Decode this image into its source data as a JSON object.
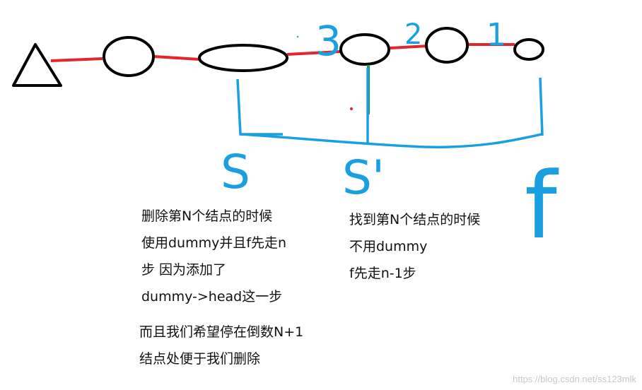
{
  "labels": {
    "pos3": "3",
    "pos2": "2",
    "pos1": "1",
    "s": "S",
    "s_prime": "S'",
    "f": "f"
  },
  "notes": {
    "left": [
      "删除第N个结点的时候",
      "使用dummy并且f先走n",
      "步 因为添加了",
      "dummy->head这一步"
    ],
    "left2": [
      "而且我们希望停在倒数N+1",
      "结点处便于我们删除"
    ],
    "right": [
      "找到第N个结点的时候",
      "不用dummy",
      "f先走n-1步"
    ]
  },
  "watermark": "https://blog.csdn.net/ss123mlk",
  "colors": {
    "link": "#e3262b",
    "pointer": "#1aa0e0",
    "node_outline": "#000000",
    "highlight": "#1aa050"
  }
}
